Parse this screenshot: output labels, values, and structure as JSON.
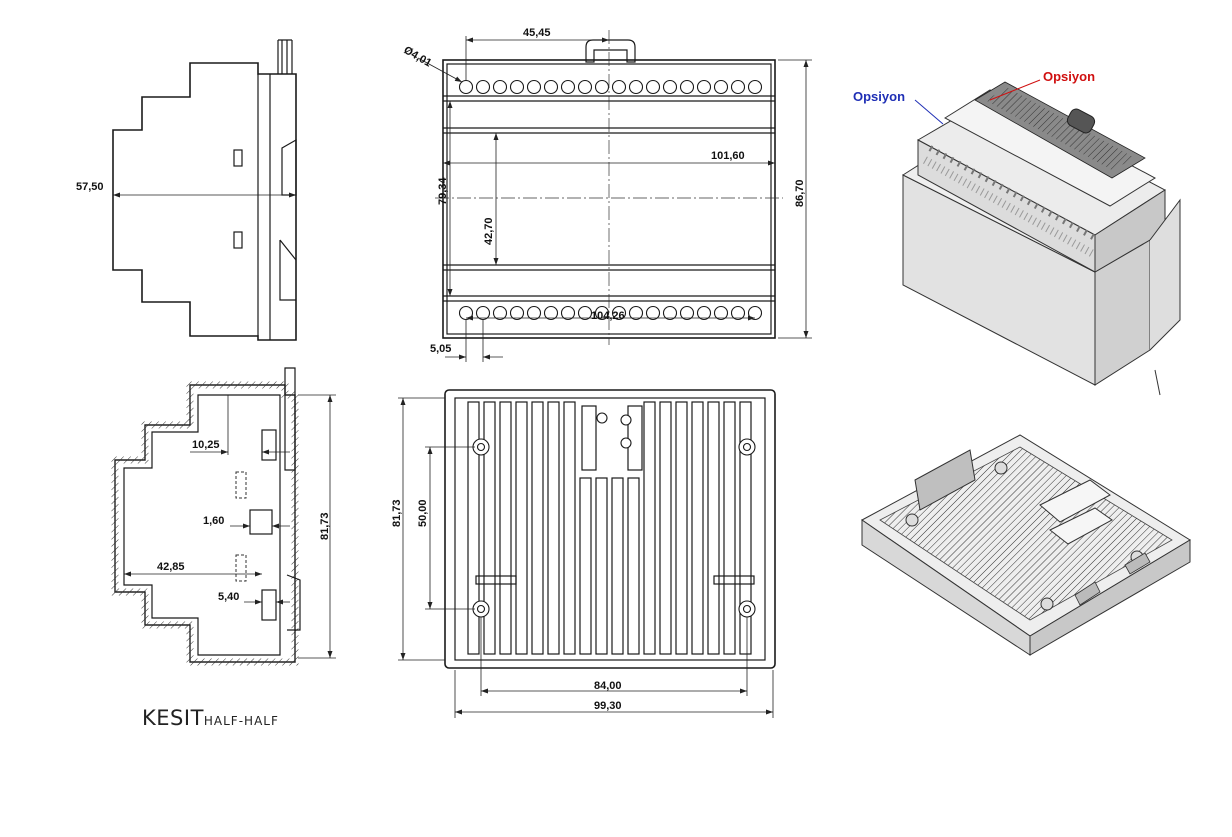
{
  "dimensions": {
    "side_height": "57,50",
    "hole_diameter": "Ø4,01",
    "top_pitch": "45,45",
    "inner_width": "101,60",
    "inner_height": "79,34",
    "window_height": "42,70",
    "total_height": "86,70",
    "terminal_row_length": "104,26",
    "hole_offset": "5,05",
    "section_depth": "10,25",
    "wall": "1,60",
    "section_width": "42,85",
    "clip": "5,40",
    "section_height": "81,73",
    "base_height": "81,73",
    "base_hole_spacing_v": "50,00",
    "base_hole_spacing_h": "84,00",
    "base_width": "99,30"
  },
  "callouts": {
    "option_left": "Opsiyon",
    "option_right": "Opsiyon"
  },
  "colors": {
    "option_left": "#1f2fb5",
    "option_right": "#d01010"
  },
  "caption": {
    "main": "KESIT",
    "sub": "HALF-HALF"
  }
}
